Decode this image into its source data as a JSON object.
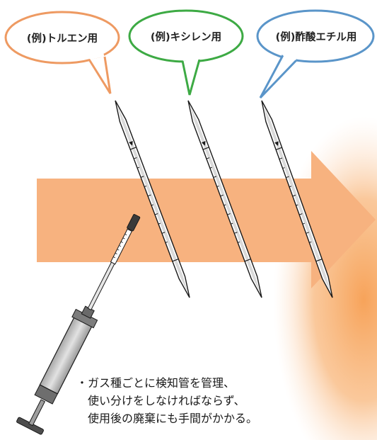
{
  "bubbles": [
    {
      "label": "(例)トルエン用",
      "color": "#ee9a62"
    },
    {
      "label": "(例)キシレン用",
      "color": "#3daa44"
    },
    {
      "label": "(例)酢酸エチル用",
      "color": "#5a95c9"
    }
  ],
  "note": {
    "line1": "・ガス種ごとに検知管を管理、",
    "line2": "使い分けをしなければならず、",
    "line3": "使用後の廃棄にも手間がかかる。"
  },
  "colors": {
    "arrow": "#f7b27f",
    "glow": "#f7a35a",
    "tube_outline": "#1a1a1a",
    "syringe_body": "#c9c9c9"
  }
}
